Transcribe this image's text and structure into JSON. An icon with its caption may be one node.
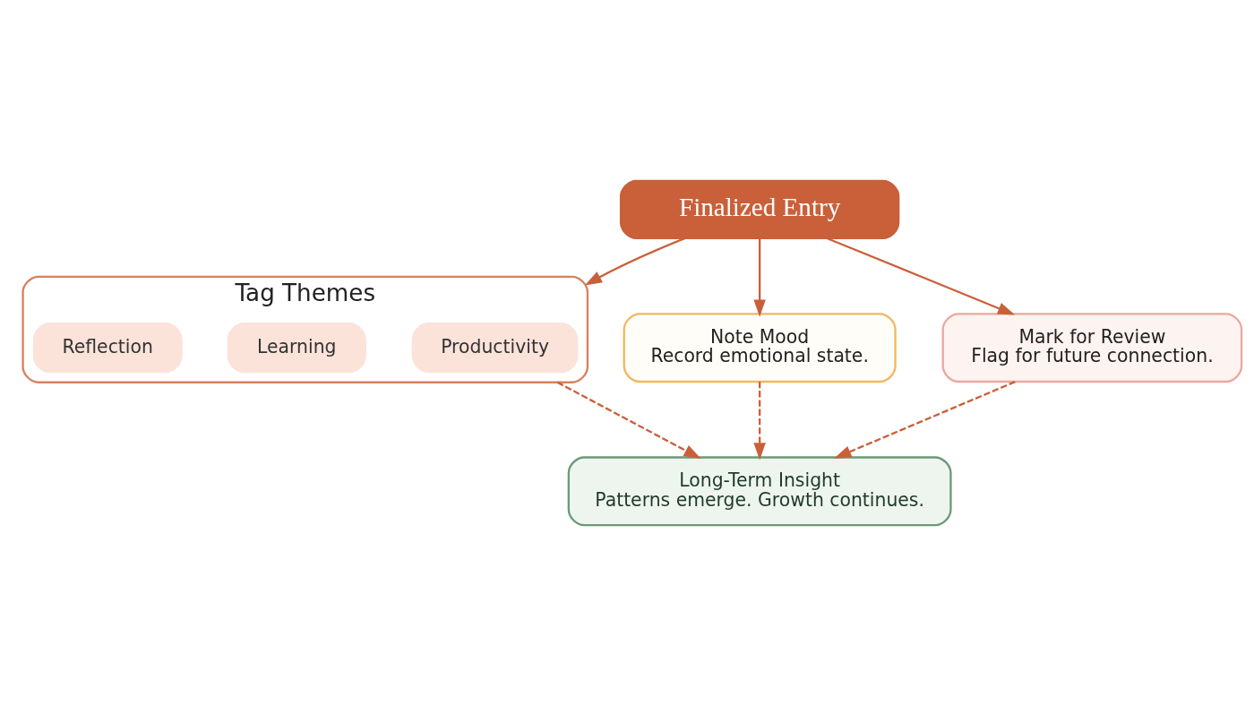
{
  "diagram": {
    "nodes": [
      {
        "text": [
          "Finalized Entry"
        ]
      },
      {
        "text": [
          "Tag Themes"
        ]
      },
      {
        "text": [
          "Productivity"
        ],
        "in": 1
      },
      {
        "text": [
          "Learning"
        ],
        "in": 1
      },
      {
        "text": [
          "Reflection"
        ],
        "in": 1
      },
      {
        "text": [
          "Note Mood",
          "Record emotional state."
        ]
      },
      {
        "text": [
          "Mark for Review",
          "Flag for future connection."
        ]
      },
      {
        "text": [
          "Long-Term Insight",
          "Patterns emerge. Growth continues."
        ]
      }
    ],
    "edges": [
      {
        "from": 0,
        "to": 1,
        "arrow": "to"
      },
      {
        "from": 0,
        "to": 5,
        "arrow": "to"
      },
      {
        "from": 0,
        "to": 6,
        "arrow": "to"
      },
      {
        "from": 1,
        "to": 7,
        "arrow": "to",
        "style": "dashed"
      },
      {
        "from": 5,
        "to": 7,
        "arrow": "to",
        "style": "dashed"
      },
      {
        "from": 6,
        "to": 7,
        "arrow": "to",
        "style": "dashed"
      }
    ]
  }
}
